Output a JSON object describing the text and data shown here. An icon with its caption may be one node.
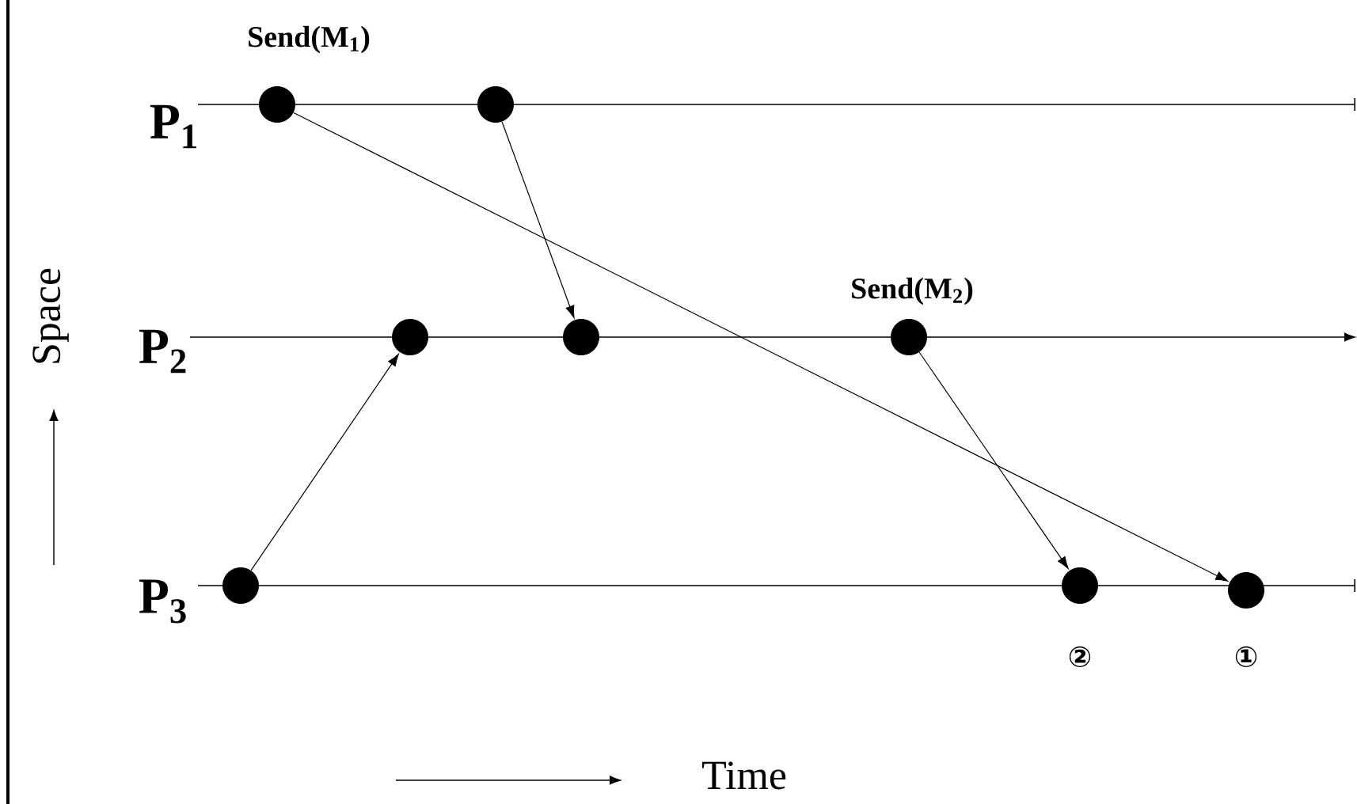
{
  "diagram": {
    "nodes": [
      {
        "text": [],
        "shape": "circle",
        "beside": [
          "Send(M$_{1}$)"
        ]
      },
      {
        "text": [],
        "shape": "circle"
      },
      {
        "text": [],
        "shape": "circle"
      },
      {
        "text": [],
        "shape": "circle"
      },
      {
        "text": [],
        "shape": "circle",
        "beside": [
          "Send(M$_{2}$)"
        ]
      },
      {
        "text": [],
        "shape": "circle"
      },
      {
        "text": [],
        "shape": "circle",
        "beside": [
          "②"
        ]
      },
      {
        "text": [],
        "shape": "circle",
        "beside": [
          "①"
        ]
      }
    ],
    "edges": [
      {
        "from": 0,
        "to": 7,
        "arrow": "to"
      },
      {
        "from": 1,
        "to": 3,
        "arrow": "to"
      },
      {
        "from": 5,
        "to": 2,
        "arrow": "to"
      },
      {
        "from": 4,
        "to": 6,
        "arrow": "to"
      }
    ],
    "labels": [
      "P$_{1}$",
      "Space",
      "P$_{2}$",
      "P$_{3}$",
      "Time"
    ]
  }
}
